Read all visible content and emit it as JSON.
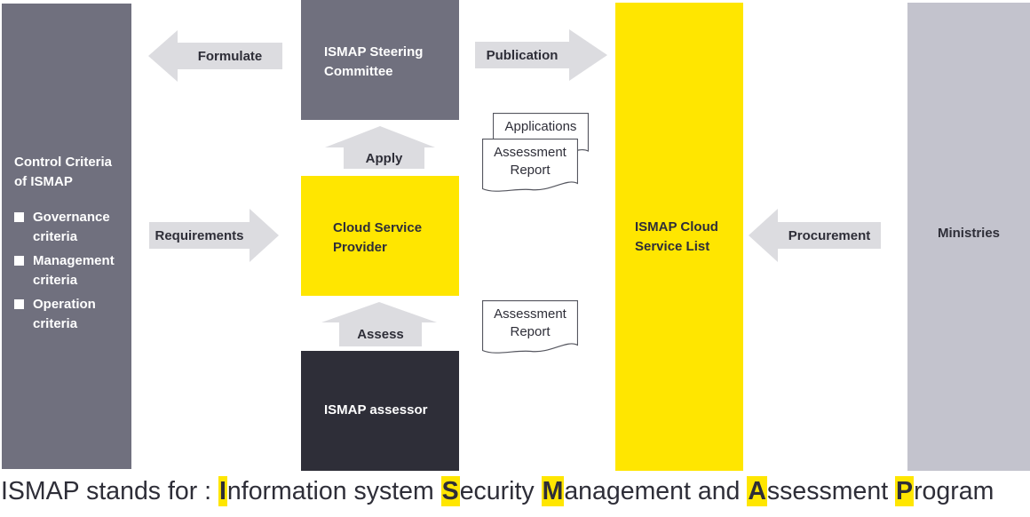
{
  "colors": {
    "brand_yellow": "#ffe600",
    "box_gray": "#70707e",
    "dark_navy": "#2e2e38",
    "light_gray": "#c3c3cd",
    "arrow_gray": "#dcdce0",
    "doc_border": "#55565f"
  },
  "boxes": {
    "control_criteria": {
      "title": "Control Criteria of ISMAP",
      "items": [
        "Governance criteria",
        "Management criteria",
        "Operation criteria"
      ]
    },
    "steering_committee": {
      "label": "ISMAP Steering Committee"
    },
    "cloud_service_provider": {
      "label": "Cloud Service Provider"
    },
    "ismap_assessor": {
      "label": "ISMAP assessor"
    },
    "cloud_service_list": {
      "label": "ISMAP Cloud Service List"
    },
    "ministries": {
      "label": "Ministries"
    }
  },
  "arrows": {
    "formulate": "Formulate",
    "publication": "Publication",
    "apply": "Apply",
    "requirements": "Requirements",
    "assess": "Assess",
    "procurement": "Procurement"
  },
  "documents": {
    "applications": "Applications",
    "assessment_report_top": "Assessment Report",
    "assessment_report_bottom": "Assessment Report"
  },
  "caption": {
    "full_text": "ISMAP stands for : Information system Security Management and Assessment Program",
    "segments": [
      {
        "text": "ISMAP stands for : ",
        "highlight": false
      },
      {
        "text": "I",
        "highlight": true
      },
      {
        "text": "nformation system ",
        "highlight": false
      },
      {
        "text": "S",
        "highlight": true
      },
      {
        "text": "ecurity ",
        "highlight": false
      },
      {
        "text": "M",
        "highlight": true
      },
      {
        "text": "anagement and ",
        "highlight": false
      },
      {
        "text": "A",
        "highlight": true
      },
      {
        "text": "ssessment ",
        "highlight": false
      },
      {
        "text": "P",
        "highlight": true
      },
      {
        "text": "rogram",
        "highlight": false
      }
    ]
  }
}
